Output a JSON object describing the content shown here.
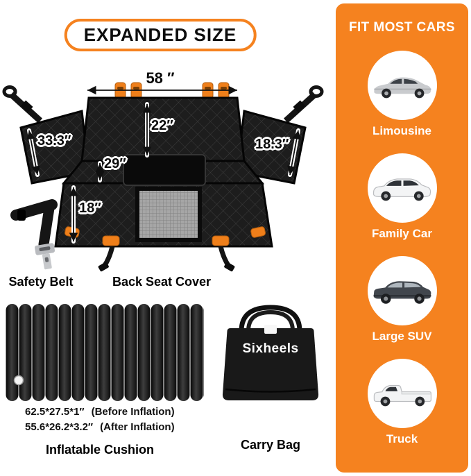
{
  "colors": {
    "accent_orange": "#F5821F",
    "product_black": "#1a1a1a"
  },
  "badge": {
    "label": "EXPANDED SIZE"
  },
  "seat_cover": {
    "dims": {
      "top_width": "58 ″",
      "back_height": "22″",
      "left_flap": "33.3″",
      "right_flap": "18.3″",
      "mid_height": "29″",
      "bench_depth": "18″"
    },
    "label": "Back Seat Cover"
  },
  "safety_belt": {
    "label": "Safety Belt"
  },
  "cushion": {
    "spec_before_size": "62.5*27.5*1″",
    "spec_before_note": "(Before Inflation)",
    "spec_after_size": "55.6*26.2*3.2″",
    "spec_after_note": "(After Inflation)",
    "label": "Inflatable Cushion"
  },
  "carry_bag": {
    "brand": "Sixheels",
    "label": "Carry Bag"
  },
  "sidebar": {
    "title": "FIT MOST CARS",
    "items": [
      {
        "label": "Limousine",
        "icon": "sedan-car-icon"
      },
      {
        "label": "Family Car",
        "icon": "hatchback-car-icon"
      },
      {
        "label": "Large SUV",
        "icon": "suv-car-icon"
      },
      {
        "label": "Truck",
        "icon": "pickup-truck-icon"
      }
    ]
  }
}
